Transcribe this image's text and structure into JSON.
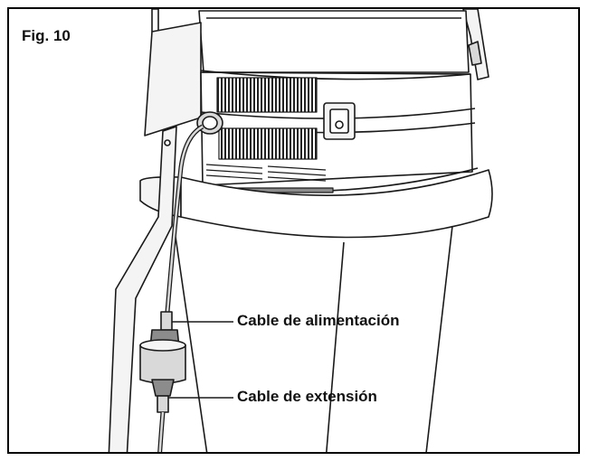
{
  "figure": {
    "label": "Fig. 10"
  },
  "callouts": {
    "power_cable": "Cable de alimentación",
    "extension_cable": "Cable de extensión"
  },
  "colors": {
    "line": "#1a1a1a",
    "fill_light": "#f4f4f4",
    "fill_mid": "#d9d9d9",
    "fill_dark": "#8c8c8c"
  }
}
